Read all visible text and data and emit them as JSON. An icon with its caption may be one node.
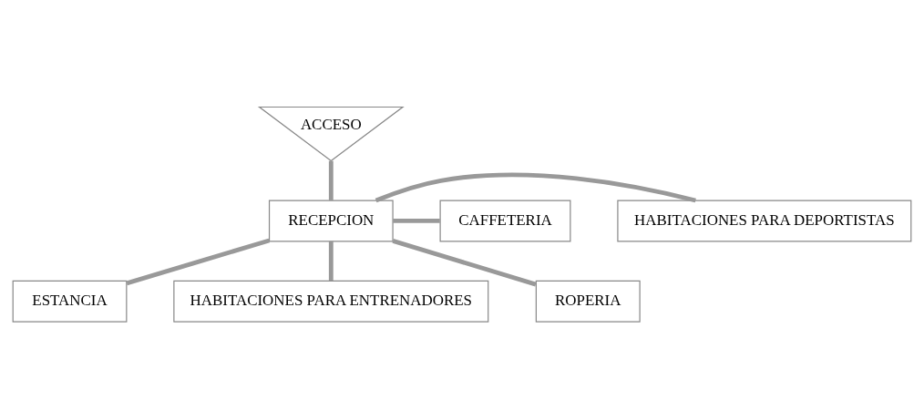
{
  "diagram": {
    "nodes": [
      {
        "text": [
          "ACCESO"
        ]
      },
      {
        "text": [
          "HABITACIONES PARA DEPORTISTAS"
        ]
      },
      {
        "text": [
          "CAFFETERIA"
        ]
      },
      {
        "text": [
          "RECEPCION"
        ]
      },
      {
        "text": [
          "ESTANCIA"
        ]
      },
      {
        "text": [
          "HABITACIONES PARA ENTRENADORES"
        ]
      },
      {
        "text": [
          "ROPERIA"
        ]
      }
    ],
    "edges": [
      {
        "from": 0,
        "to": 3,
        "arrow": "none"
      },
      {
        "from": 3,
        "to": 1,
        "arrow": "none"
      },
      {
        "from": 3,
        "to": 5,
        "arrow": "none"
      },
      {
        "from": 3,
        "to": 2,
        "arrow": "none"
      },
      {
        "from": 3,
        "to": 4,
        "arrow": "none"
      },
      {
        "from": 3,
        "to": 6,
        "arrow": "none"
      }
    ]
  }
}
